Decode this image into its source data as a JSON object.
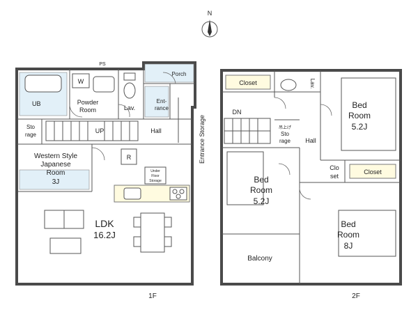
{
  "compass": {
    "label": "N"
  },
  "floor1": {
    "label": "1F",
    "rooms": {
      "ub": "UB",
      "w": "W",
      "ps": "PS",
      "powder1": "Powder",
      "powder2": "Room",
      "lav": "Lav.",
      "porch": "Porch",
      "ent1": "Ent-",
      "ent2": "rance",
      "storage1": "Sto",
      "storage2": "rage",
      "up": "UP",
      "hall": "Hall",
      "western1": "Western Style",
      "western2": "Japanese",
      "western3": "Room",
      "western4": "3J",
      "r": "R",
      "underfloor1": "Under",
      "underfloor2": "Floor",
      "underfloor3": "Storage",
      "ldk1": "LDK",
      "ldk2": "16.2J",
      "entrance_storage": "Entrance Storage"
    }
  },
  "floor2": {
    "label": "2F",
    "rooms": {
      "closet_a": "Closet",
      "lav": "Lav.",
      "dn": "DN",
      "storage1": "吊上げ",
      "storage2": "Sto",
      "storage3": "rage",
      "hall": "Hall",
      "bed1_1": "Bed",
      "bed1_2": "Room",
      "bed1_3": "5.2J",
      "bed2_1": "Bed",
      "bed2_2": "Room",
      "bed2_3": "5.2J",
      "closet_b1": "Clo",
      "closet_b2": "set",
      "closet_c": "Closet",
      "bed3_1": "Bed",
      "bed3_2": "Room",
      "bed3_3": "8J",
      "balcony": "Balcony"
    }
  }
}
